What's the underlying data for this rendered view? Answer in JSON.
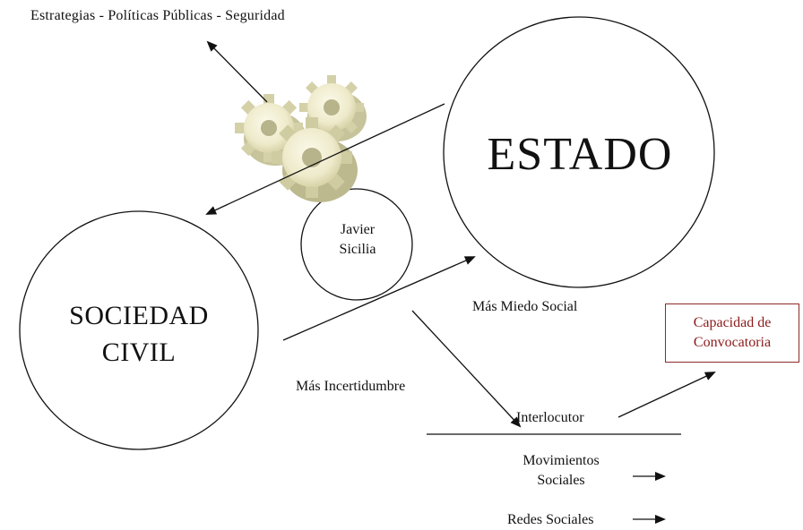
{
  "diagram": {
    "title": "Estrategias - Políticas Públicas - Seguridad",
    "nodes": {
      "estado": "ESTADO",
      "sociedad_civil": [
        "SOCIEDAD",
        "CIVIL"
      ],
      "javier_sicilia": [
        "Javier",
        "Sicilia"
      ],
      "capacidad": [
        "Capacidad de",
        "Convocatoria"
      ],
      "interlocutor": "Interlocutor",
      "movimientos_sociales": [
        "Movimientos",
        "Sociales"
      ],
      "redes_sociales": "Redes Sociales"
    },
    "edge_labels": {
      "miedo": "Más Miedo Social",
      "incertidumbre": "Más Incertidumbre"
    },
    "icons": {
      "gears": "gears-icon"
    },
    "colors": {
      "line": "#111111",
      "capacidad_text": "#8b1a1a",
      "capacidad_border": "#8b2b2b",
      "gear_light": "#f2efd2",
      "gear_shadow": "#b9b58c"
    }
  }
}
